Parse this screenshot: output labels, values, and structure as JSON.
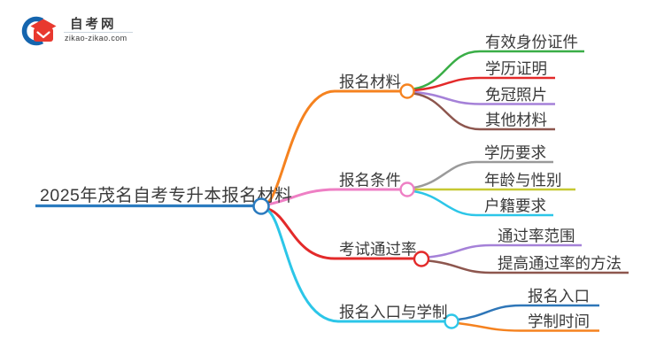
{
  "logo": {
    "title": "自考网",
    "subtitle": "zikao-zikao.com",
    "colors": {
      "swoosh": "#1565ae",
      "cap": "#e8392f",
      "title": "#1b2b4a",
      "subtitle": "#66737f",
      "divider": "#ccd6de"
    }
  },
  "mindmap": {
    "root": {
      "label": "2025年茂名自考专升本报名材料",
      "color": "#2b7bbf"
    },
    "branches": [
      {
        "label": "报名材料",
        "color": "#f5821f",
        "children": [
          {
            "label": "有效身份证件",
            "color": "#3aae47"
          },
          {
            "label": "学历证明",
            "color": "#e32a2a"
          },
          {
            "label": "免冠照片",
            "color": "#a581d8"
          },
          {
            "label": "其他材料",
            "color": "#8d564e"
          }
        ]
      },
      {
        "label": "报名条件",
        "color": "#ee7fc4",
        "children": [
          {
            "label": "学历要求",
            "color": "#9a9a9a"
          },
          {
            "label": "年龄与性别",
            "color": "#c6c832"
          },
          {
            "label": "户籍要求",
            "color": "#2cc6e8"
          }
        ]
      },
      {
        "label": "考试通过率",
        "color": "#e32a2a",
        "children": [
          {
            "label": "通过率范围",
            "color": "#a581d8"
          },
          {
            "label": "提高通过率的方法",
            "color": "#8d564e"
          }
        ]
      },
      {
        "label": "报名入口与学制",
        "color": "#2cc6e8",
        "children": [
          {
            "label": "报名入口",
            "color": "#2e76b8"
          },
          {
            "label": "学制时间",
            "color": "#f5821f"
          }
        ]
      }
    ]
  }
}
